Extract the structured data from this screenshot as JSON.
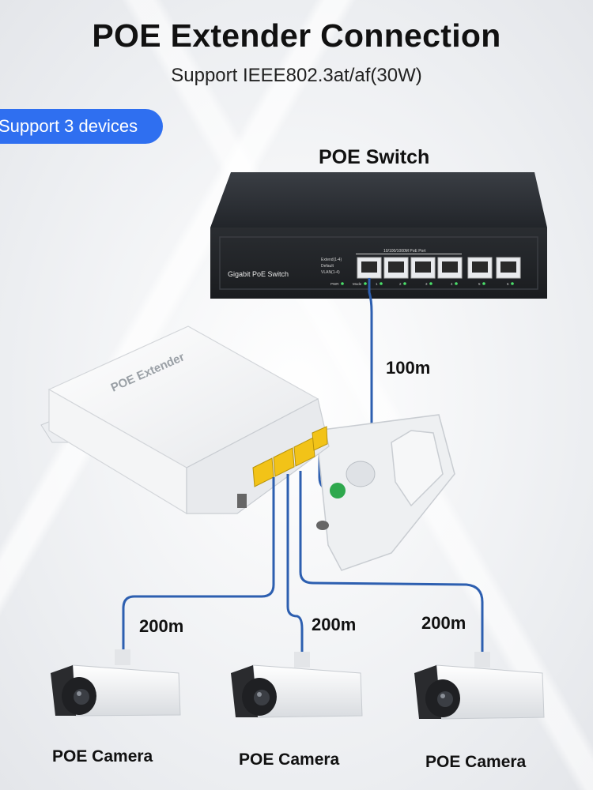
{
  "title": "POE Extender Connection",
  "subtitle": "Support IEEE802.3at/af(30W)",
  "badge": "Support 3 devices",
  "switch": {
    "label": "POE Switch",
    "panel_text": "Gigabit PoE Switch",
    "port_header": "10/100/1000M PoE Port",
    "mode_lines": [
      "Extend(1-4)",
      "Default",
      "VLAN(1-4)"
    ],
    "indicator_labels": [
      "PWR",
      "Mode"
    ],
    "port_numbers": [
      "1",
      "2",
      "3",
      "4",
      "5",
      "6"
    ]
  },
  "extender": {
    "label": "POE Extender"
  },
  "links": {
    "uplink": "100m",
    "camera_links": [
      "200m",
      "200m",
      "200m"
    ]
  },
  "cameras": [
    "POE Camera",
    "POE Camera",
    "POE Camera"
  ],
  "colors": {
    "accent": "#2f6ff0",
    "cable": "#2d5fb0",
    "switch_body": "#2b2e33",
    "port_yellow": "#f2c318"
  }
}
